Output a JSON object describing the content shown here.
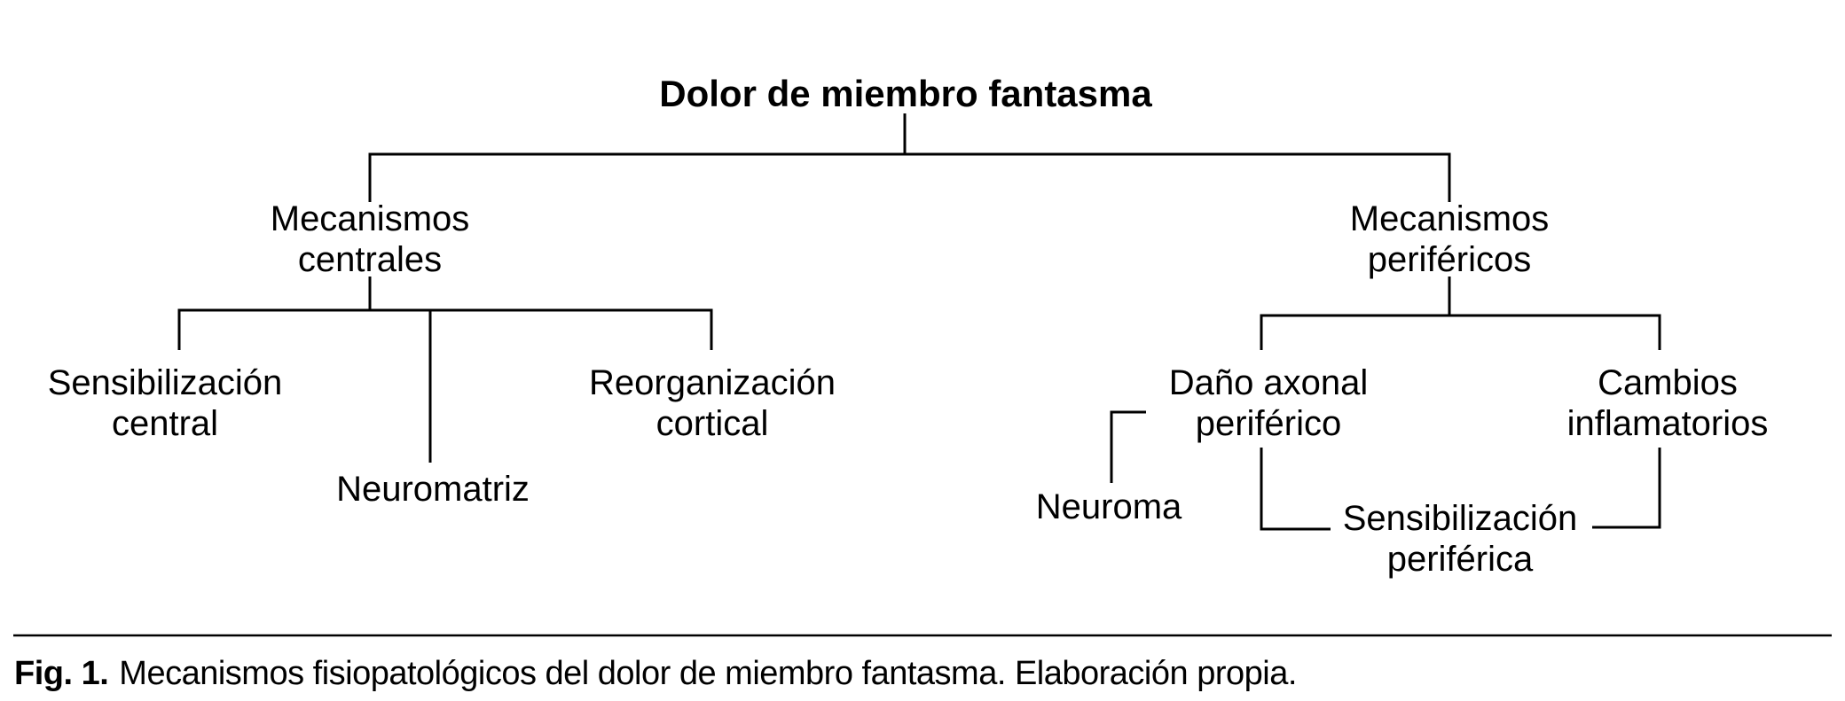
{
  "figure": {
    "title": "Dolor de miembro fantasma",
    "nodes": {
      "central": {
        "line1": "Mecanismos",
        "line2": "centrales"
      },
      "peripheral": {
        "line1": "Mecanismos",
        "line2": "periféricos"
      },
      "sens_central": {
        "line1": "Sensibilización",
        "line2": "central"
      },
      "neuromatrix": {
        "label": "Neuromatriz"
      },
      "reorg_cortical": {
        "line1": "Reorganización",
        "line2": "cortical"
      },
      "axonal_damage": {
        "line1": "Daño axonal",
        "line2": "periférico"
      },
      "inflammatory": {
        "line1": "Cambios",
        "line2": "inflamatorios"
      },
      "neuroma": {
        "label": "Neuroma"
      },
      "sens_peripheral": {
        "line1": "Sensibilización",
        "line2": "periférica"
      }
    },
    "caption": {
      "label": "Fig. 1.",
      "text": "Mecanismos fisiopatológicos del dolor de miembro fantasma. Elaboración propia."
    },
    "colors": {
      "line": "#000000",
      "text": "#000000",
      "background": "#ffffff"
    }
  }
}
